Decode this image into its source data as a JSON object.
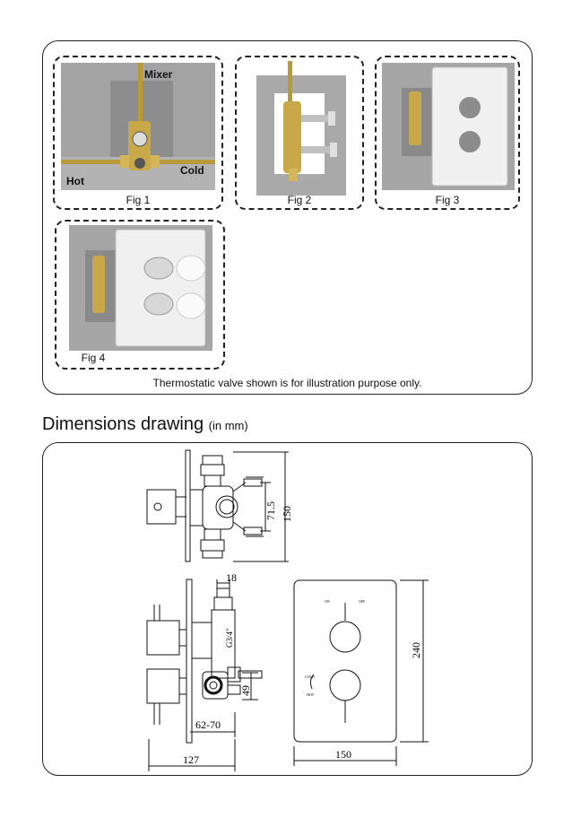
{
  "figures": [
    {
      "caption": "Fig 1",
      "labels": {
        "mixer": "Mixer",
        "hot": "Hot",
        "cold": "Cold"
      }
    },
    {
      "caption": "Fig 2"
    },
    {
      "caption": "Fig 3"
    },
    {
      "caption": "Fig 4"
    }
  ],
  "note": "Thermostatic valve shown is for illustration purpose only.",
  "dimensions": {
    "heading": "Dimensions drawing",
    "unit": "(in mm)",
    "side_view": {
      "dim_71_5": "71.5",
      "dim_150": "150"
    },
    "section_view": {
      "dim_18": "18",
      "thread": "G3/4\"",
      "dim_49": "49",
      "dim_62_70": "62-70",
      "dim_127": "127"
    },
    "front_view": {
      "on_label": "ON",
      "off_label": "OFF",
      "cold_label": "COLD",
      "hot_label": "HOT",
      "dim_240": "240",
      "dim_150": "150"
    }
  }
}
